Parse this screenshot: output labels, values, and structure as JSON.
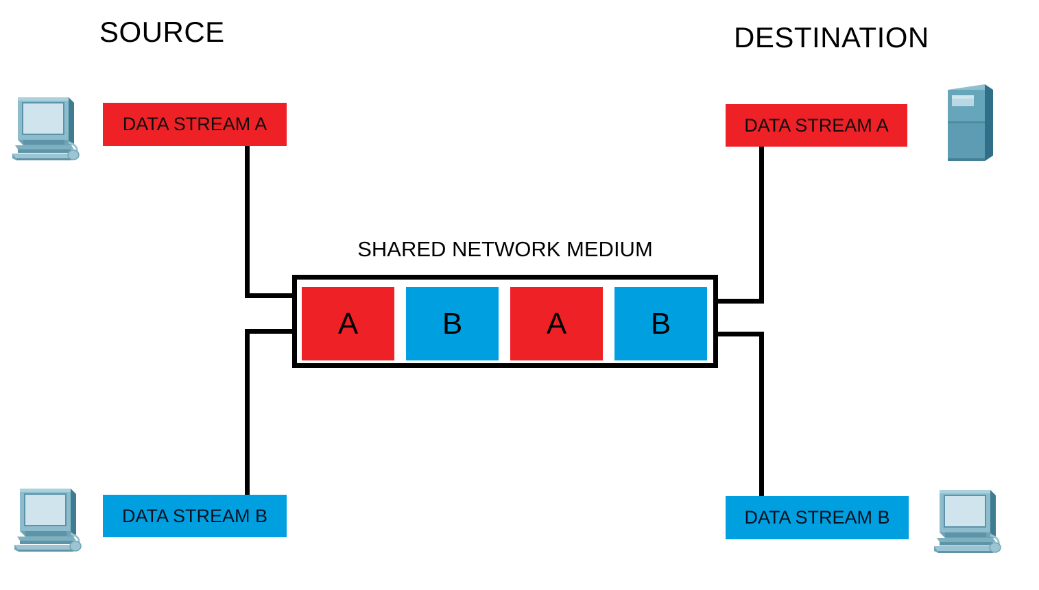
{
  "diagram": {
    "title_source": "SOURCE",
    "title_destination": "DESTINATION",
    "medium_caption": "SHARED NETWORK MEDIUM",
    "colors": {
      "stream_a": "#ee2127",
      "stream_b": "#00a0e0",
      "line": "#000000",
      "background": "#ffffff",
      "text": "#000000"
    }
  },
  "source": {
    "device_top": "desktop-computer-icon",
    "device_bottom": "desktop-computer-icon",
    "stream_a_label": "DATA STREAM A",
    "stream_b_label": "DATA STREAM B"
  },
  "destination": {
    "device_top": "server-tower-icon",
    "device_bottom": "desktop-computer-icon",
    "stream_a_label": "DATA STREAM A",
    "stream_b_label": "DATA STREAM B"
  },
  "medium": {
    "packets": [
      {
        "label": "A",
        "stream": "A",
        "color": "#ee2127"
      },
      {
        "label": "B",
        "stream": "B",
        "color": "#00a0e0"
      },
      {
        "label": "A",
        "stream": "A",
        "color": "#ee2127"
      },
      {
        "label": "B",
        "stream": "B",
        "color": "#00a0e0"
      }
    ]
  }
}
